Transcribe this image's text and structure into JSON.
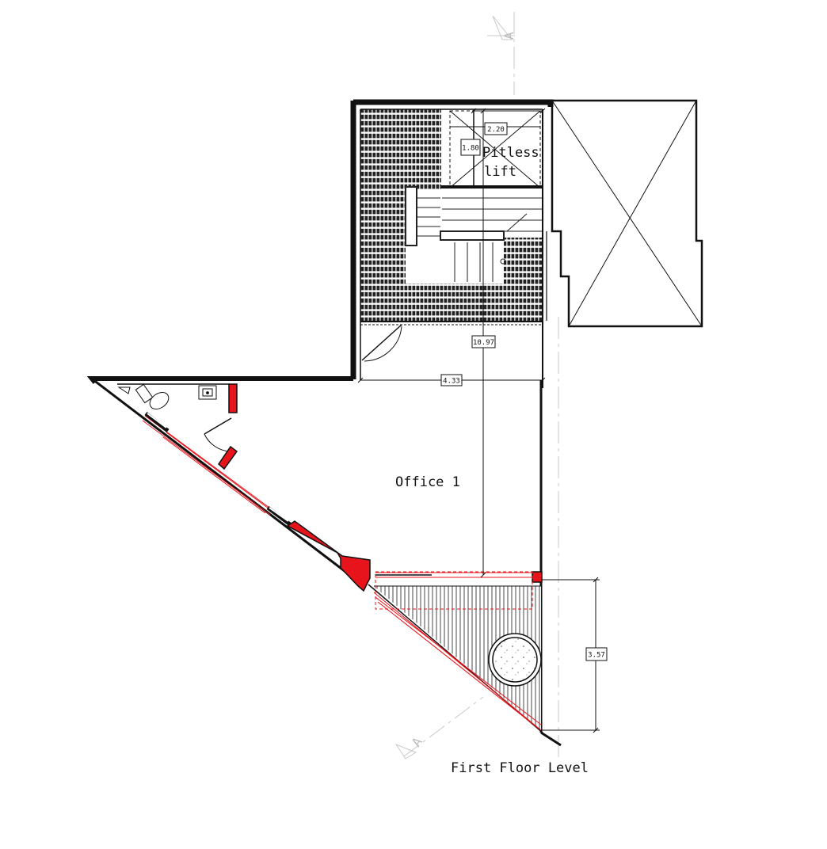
{
  "drawing": {
    "title": "First Floor Level",
    "rooms": {
      "office": "Office 1",
      "lift_line1": "Pitless",
      "lift_line2": "lift"
    },
    "dimensions": {
      "lift_width": "2.20",
      "lift_depth": "1.80",
      "overall_depth": "10.97",
      "office_width": "4.33",
      "terrace_depth": "3.57"
    },
    "section_marks": {
      "top": "A",
      "bottom": "A"
    },
    "colors": {
      "line": "#111111",
      "new_wall": "#e8141b",
      "guide": "#c8c8c8"
    }
  }
}
